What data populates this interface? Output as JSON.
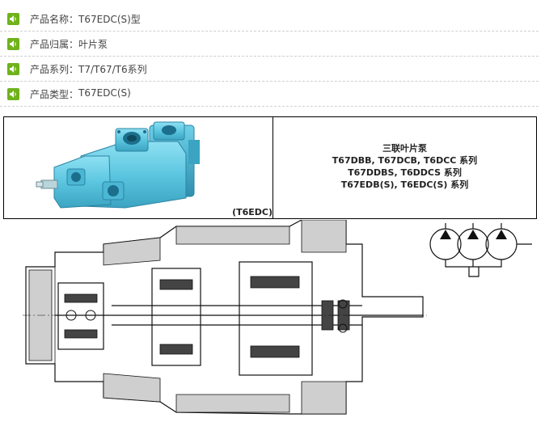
{
  "info_rows": [
    {
      "label": "产品名称：",
      "value": "T67EDC(S)型"
    },
    {
      "label": "产品归属：",
      "value": "叶片泵"
    },
    {
      "label": "产品系列：",
      "value": "T7/T67/T6系列"
    },
    {
      "label": "产品类型：",
      "value": "T67EDC(S)"
    }
  ],
  "product": {
    "caption": "(T6EDC)",
    "title": "三联叶片泵",
    "lines": [
      "T67DBB, T67DCB, T6DCC 系列",
      "T67DDBS, T6DDCS 系列",
      "T67EDB(S), T6EDC(S) 系列"
    ]
  },
  "colors": {
    "icon_green": "#6fb21b",
    "pump_blue": "#5cc6e0",
    "divider": "#cfcfcf"
  },
  "icons": [
    "speaker-icon"
  ]
}
